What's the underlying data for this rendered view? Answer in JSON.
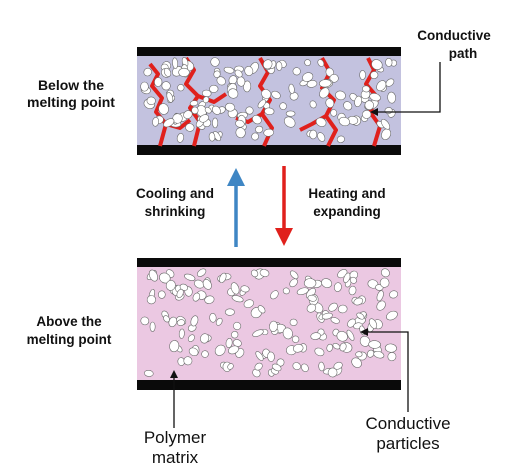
{
  "labels": {
    "top_state_line1": "Below the",
    "top_state_line2": "melting point",
    "bottom_state_line1": "Above the",
    "bottom_state_line2": "melting point",
    "conductive_path_line1": "Conductive",
    "conductive_path_line2": "path",
    "cooling_line1": "Cooling and",
    "cooling_line2": "shrinking",
    "heating_line1": "Heating and",
    "heating_line2": "expanding",
    "polymer_matrix_line1": "Polymer",
    "polymer_matrix_line2": "matrix",
    "conductive_particles_line1": "Conductive",
    "conductive_particles_line2": "particles"
  },
  "colors": {
    "top_matrix": "#c3c2df",
    "bottom_matrix": "#ebc8e2",
    "electrode": "#0a0a0a",
    "conductive_path": "#e0201c",
    "particle_fill": "#ffffff",
    "particle_stroke": "#6a6a6a",
    "cooling_arrow": "#3f86c4",
    "heating_arrow": "#e0201c",
    "leader_line": "#111111"
  }
}
